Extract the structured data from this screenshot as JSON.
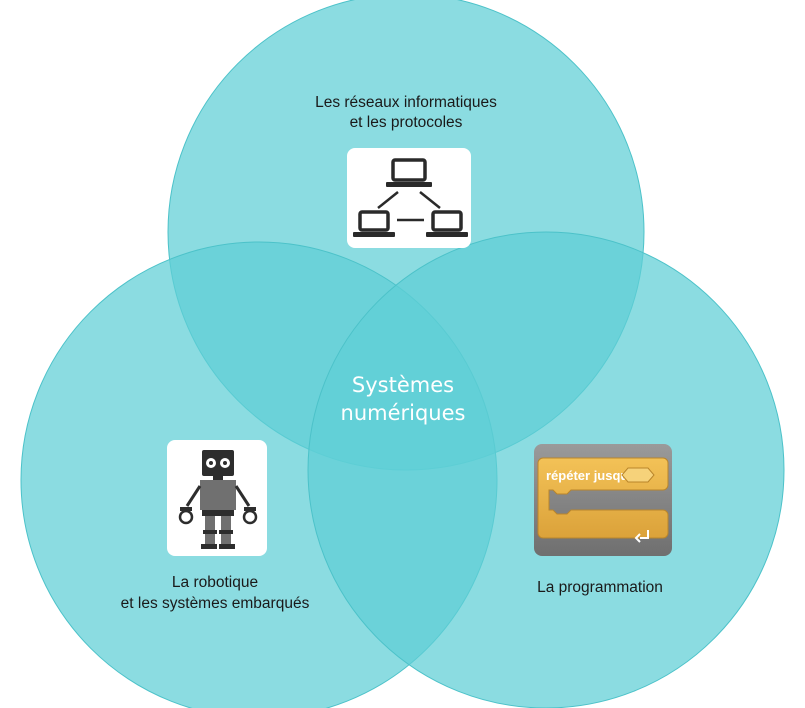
{
  "diagram": {
    "type": "venn",
    "colors": {
      "circle_fill": "#5ecfd6",
      "circle_stroke": "#4cc2c9",
      "overlap_tint": "#3fc0c8",
      "background": "#ffffff"
    },
    "center_label": {
      "line1": "Systèmes",
      "line2": "numériques"
    },
    "sets": [
      {
        "id": "reseaux",
        "line1": "Les réseaux informatiques",
        "line2": "et les protocoles",
        "icon": "network-icon"
      },
      {
        "id": "robotique",
        "line1": "La robotique",
        "line2": "et les systèmes embarqués",
        "icon": "robot-icon"
      },
      {
        "id": "programmation",
        "line1": "La programmation",
        "line2": "",
        "icon": "scratch-block-icon",
        "icon_text": "répéter jusqu'à"
      }
    ]
  }
}
